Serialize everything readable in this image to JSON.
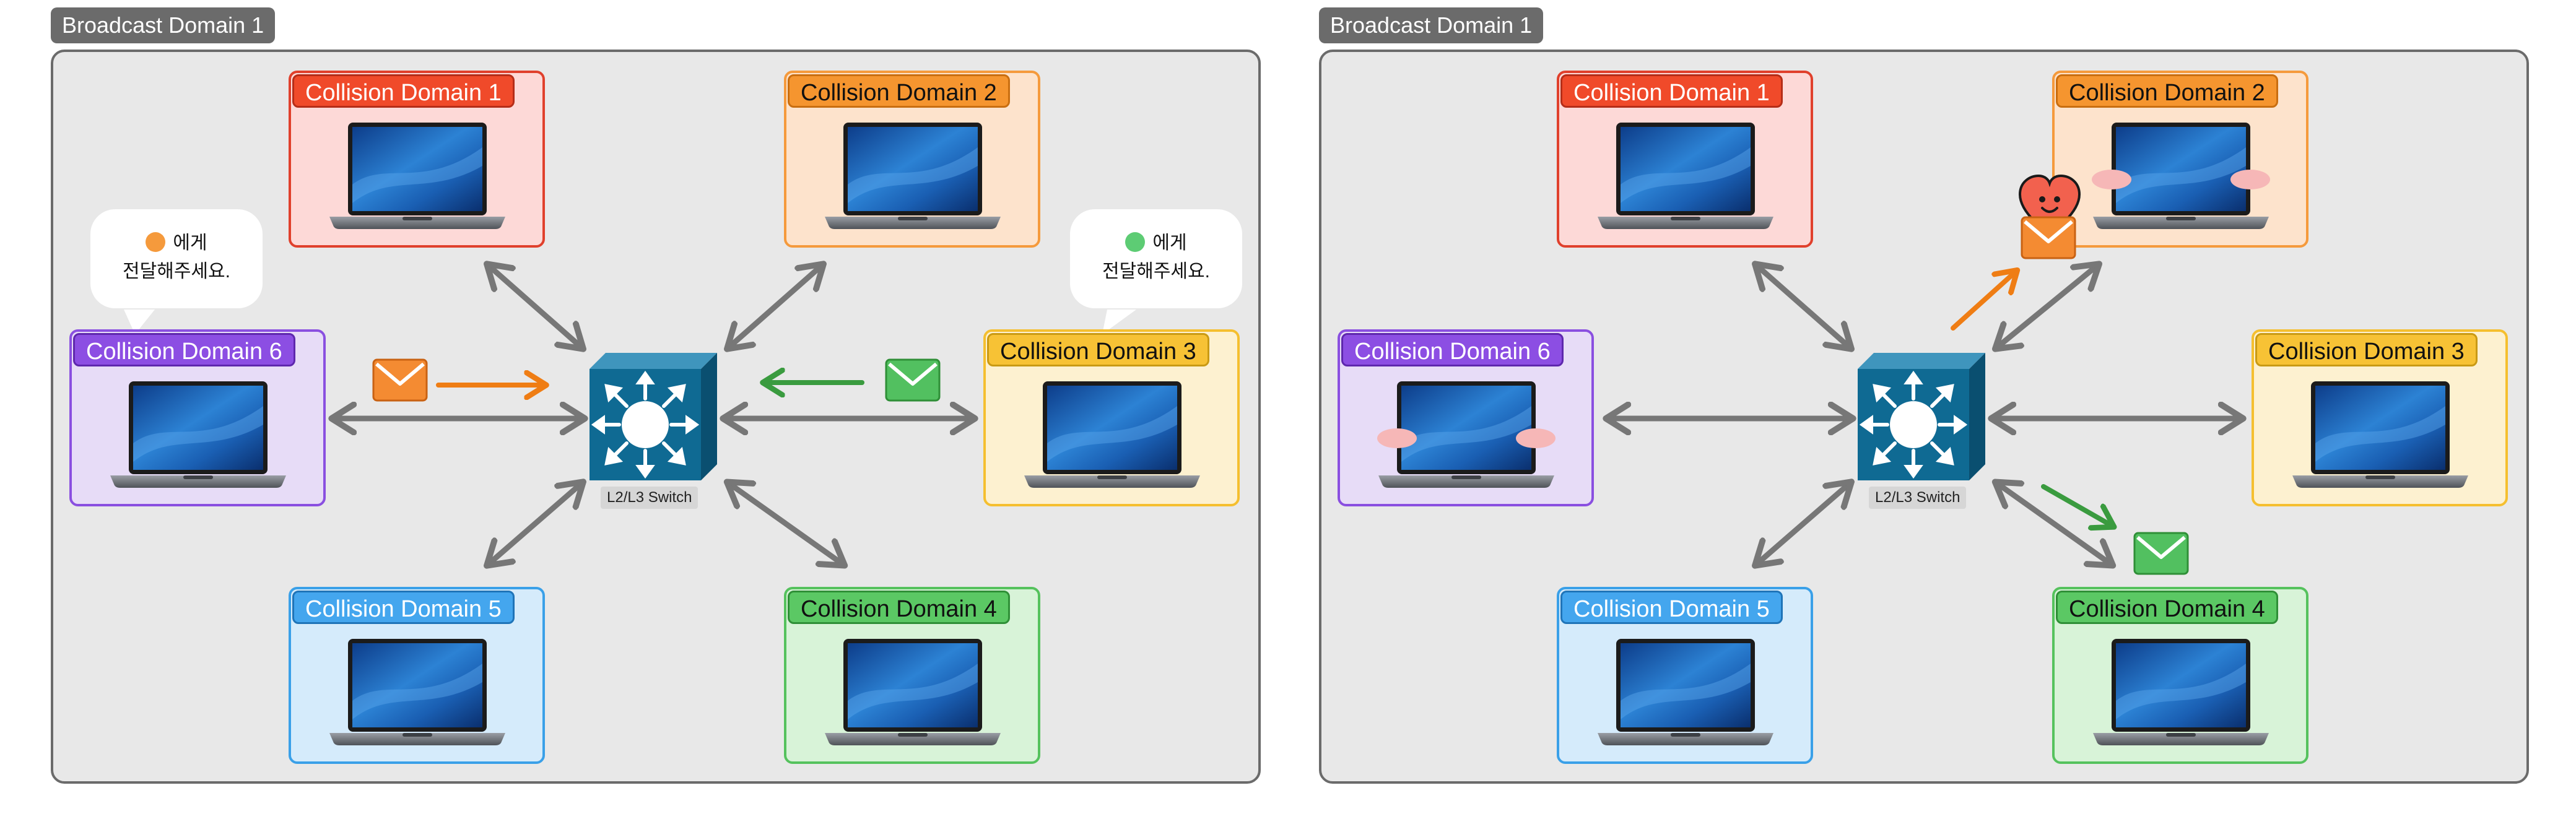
{
  "broadcast_domain_label": "Broadcast Domain 1",
  "collision_domains": {
    "cd1": {
      "label": "Collision Domain 1"
    },
    "cd2": {
      "label": "Collision Domain 2"
    },
    "cd3": {
      "label": "Collision Domain 3"
    },
    "cd4": {
      "label": "Collision Domain 4"
    },
    "cd5": {
      "label": "Collision Domain 5"
    },
    "cd6": {
      "label": "Collision Domain 6"
    }
  },
  "switch_label": "L2/L3 Switch",
  "bubble_left": {
    "line1": "에게",
    "line2": "전달해주세요.",
    "dot_color": "#f59a3c"
  },
  "bubble_right": {
    "line1": "에게",
    "line2": "전달해주세요.",
    "dot_color": "#5dcc74"
  },
  "colors": {
    "cd1_fill": "#fdd9d7",
    "cd1_border": "#e0402c",
    "cd1_tag": "#f04a2a",
    "cd2_fill": "#fde3cc",
    "cd2_border": "#f59a3c",
    "cd2_tag": "#f5952f",
    "cd3_fill": "#fdf1d0",
    "cd3_border": "#f5bf2f",
    "cd3_tag": "#f7c235",
    "cd4_fill": "#d8f3d8",
    "cd4_border": "#55c25d",
    "cd4_tag": "#5bc864",
    "cd5_fill": "#d5ebfb",
    "cd5_border": "#3aa0e8",
    "cd5_tag": "#44a6ee",
    "cd6_fill": "#e7dcf7",
    "cd6_border": "#8a4fe0",
    "cd6_tag": "#8c4ee3",
    "switch": "#0f6a93",
    "arrow_gray": "#777777",
    "arrow_orange": "#ef7d14",
    "arrow_green": "#3a9b3f",
    "envelope_orange": "#f48b32",
    "envelope_green": "#52c060",
    "heart": "#f2614e"
  },
  "icons": [
    "laptop-icon",
    "switch-icon",
    "envelope-icon",
    "heart-icon",
    "blush-icon",
    "speech-bubble"
  ]
}
